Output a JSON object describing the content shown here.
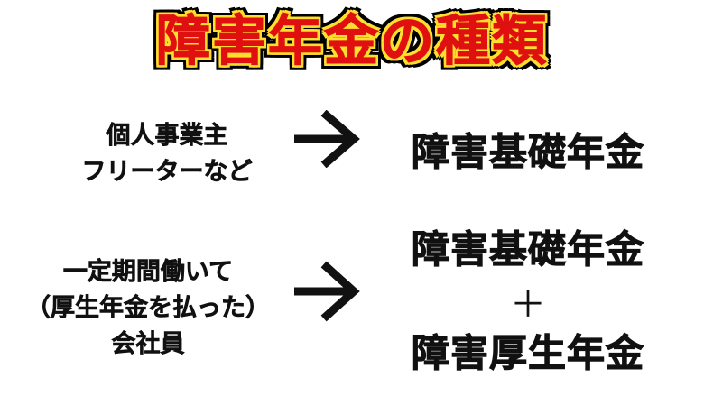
{
  "title": "障害年金の種類",
  "rows": [
    {
      "left_lines": [
        "個人事業主",
        "フリーターなど"
      ],
      "right_lines": [
        "障害基礎年金"
      ]
    },
    {
      "left_lines": [
        "一定期間働いて",
        "（厚生年金を払った）",
        "会社員"
      ],
      "right_lines": [
        "障害基礎年金",
        "障害厚生年金"
      ],
      "joiner": "＋"
    }
  ],
  "colors": {
    "title_fill": "#e01010",
    "title_inner_outline": "#ffde2e",
    "title_outer_outline": "#000000",
    "text": "#111111"
  }
}
